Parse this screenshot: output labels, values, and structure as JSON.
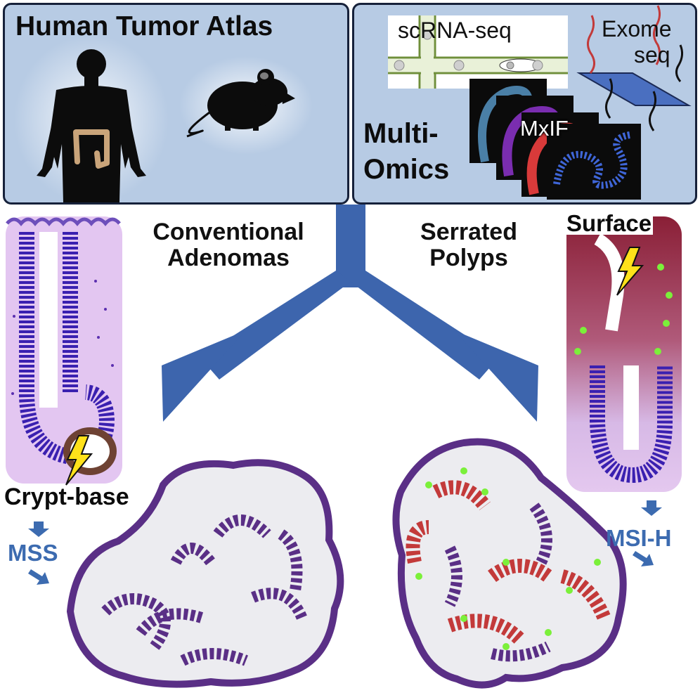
{
  "atlas_panel": {
    "title": "Human Tumor Atlas"
  },
  "omics_panel": {
    "scrna_label": "scRNA-seq",
    "exome_label_line1": "Exome",
    "exome_label_line2": "seq",
    "mxif_label": "MxIF",
    "multi_omics_line1": "Multi-",
    "multi_omics_line2": "Omics"
  },
  "branches": {
    "left_line1": "Conventional",
    "left_line2": "Adenomas",
    "right_line1": "Serrated",
    "right_line2": "Polyps"
  },
  "crypt_left": {
    "origin_label": "Crypt-base",
    "outcome_label": "MSS"
  },
  "crypt_right": {
    "origin_label": "Surface",
    "outcome_label": "MSI-H"
  },
  "colors": {
    "panel_fill": "#b7cbe4",
    "panel_border": "#16213a",
    "arrow_blue": "#3d65ad",
    "outcome_blue": "#3c6bb0",
    "tissue_purple": "#5a2f86",
    "nuclei_blue": "#3a20b0",
    "tumor_red": "#c33a3a",
    "marker_green": "#7bf03a",
    "lightning_yellow": "#ffe11a"
  }
}
